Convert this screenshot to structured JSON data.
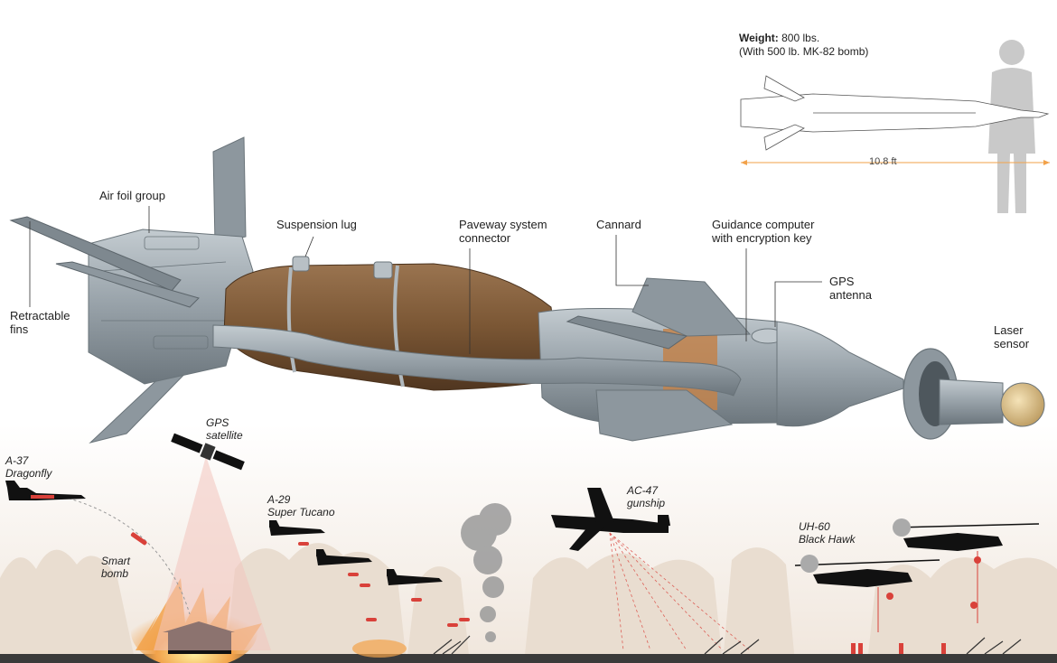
{
  "labels": {
    "air_foil_group": "Air foil group",
    "retractable_fins": [
      "Retractable",
      "fins"
    ],
    "suspension_lug": "Suspension lug",
    "paveway": [
      "Paveway system",
      "connector"
    ],
    "cannard": "Cannard",
    "guidance": [
      "Guidance computer",
      "with encryption key"
    ],
    "gps_antenna": [
      "GPS",
      "antenna"
    ],
    "laser_sensor": [
      "Laser",
      "sensor"
    ]
  },
  "specs": {
    "weight_label": "Weight:",
    "weight_value": "800 lbs.",
    "weight_note": "(With 500 lb. MK-82 bomb)",
    "length": "10.8 ft"
  },
  "scene": {
    "a37": [
      "A-37",
      "Dragonfly"
    ],
    "gps_satellite": [
      "GPS",
      "satellite"
    ],
    "smart_bomb": [
      "Smart",
      "bomb"
    ],
    "a29": [
      "A-29",
      "Super Tucano"
    ],
    "ac47": [
      "AC-47",
      "gunship"
    ],
    "uh60": [
      "UH-60",
      "Black Hawk"
    ]
  },
  "colors": {
    "bomb_gray": "#9aa4ab",
    "warhead_brown": "#7a5634",
    "accent_red": "#d9413a",
    "silhouette": "#111111"
  }
}
